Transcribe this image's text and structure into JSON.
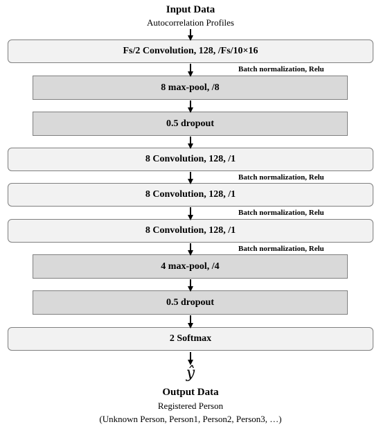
{
  "input": {
    "title": "Input Data",
    "subtitle": "Autocorrelation Profiles"
  },
  "layers": [
    {
      "label": "Fs/2 Convolution, 128, /Fs/10×16",
      "style": "light"
    },
    {
      "label": "8 max-pool, /8",
      "style": "dark"
    },
    {
      "label": "0.5 dropout",
      "style": "dark"
    },
    {
      "label": "8 Convolution, 128, /1",
      "style": "light"
    },
    {
      "label": "8 Convolution, 128, /1",
      "style": "light"
    },
    {
      "label": "8 Convolution, 128, /1",
      "style": "light"
    },
    {
      "label": "4 max-pool, /4",
      "style": "dark"
    },
    {
      "label": "0.5 dropout",
      "style": "dark"
    },
    {
      "label": "2 Softmax",
      "style": "light"
    }
  ],
  "annotations": [
    "Batch normalization, Relu",
    "Batch normalization, Relu",
    "Batch normalization, Relu",
    "Batch normalization, Relu"
  ],
  "output": {
    "symbol": "ŷ",
    "title": "Output Data",
    "subtitle": "Registered Person",
    "classes": "(Unknown Person, Person1, Person2, Person3, …)"
  }
}
